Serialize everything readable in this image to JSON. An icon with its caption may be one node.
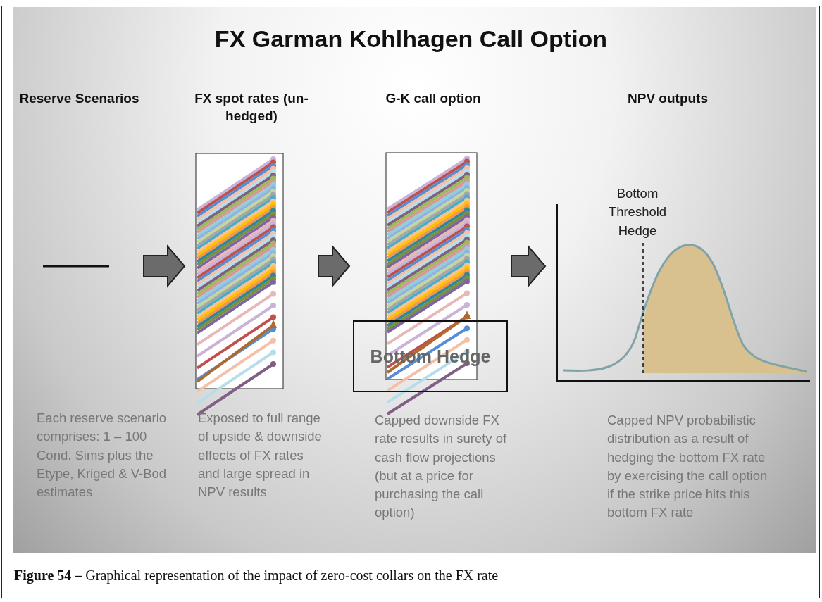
{
  "diagram": {
    "title": "FX Garman Kohlhagen Call Option",
    "caption": "**Figure 54 –** Graphical representation of the impact of zero-cost collars on the FX rate",
    "nodes": [
      {
        "text": [
          "Reserve Scenarios",
          "Each reserve scenario comprises: 1 – 100 Cond. Sims plus the Etype, Kriged & V-Bod estimates"
        ]
      },
      {
        "text": [
          "FX spot rates (un-hedged)",
          "Exposed to full range of upside & downside effects of FX rates and large spread in NPV results"
        ]
      },
      {
        "text": [
          "G-K call option",
          "Capped downside FX rate results in surety of cash flow projections (but at a price for purchasing the call option)"
        ]
      },
      {
        "text": [
          "Bottom Hedge"
        ],
        "in": 2
      },
      {
        "text": [
          "NPV outputs",
          "Capped NPV probabilistic distribution as a result of hedging the bottom FX rate by exercising the call option if the strike price hits this bottom FX rate"
        ]
      }
    ],
    "edges": [
      {
        "from": 0,
        "to": 1,
        "arrow": "to"
      },
      {
        "from": 1,
        "to": 2,
        "arrow": "to"
      },
      {
        "from": 2,
        "to": 4,
        "arrow": "to"
      }
    ],
    "labels": [
      "Bottom Threshold Hedge"
    ]
  }
}
